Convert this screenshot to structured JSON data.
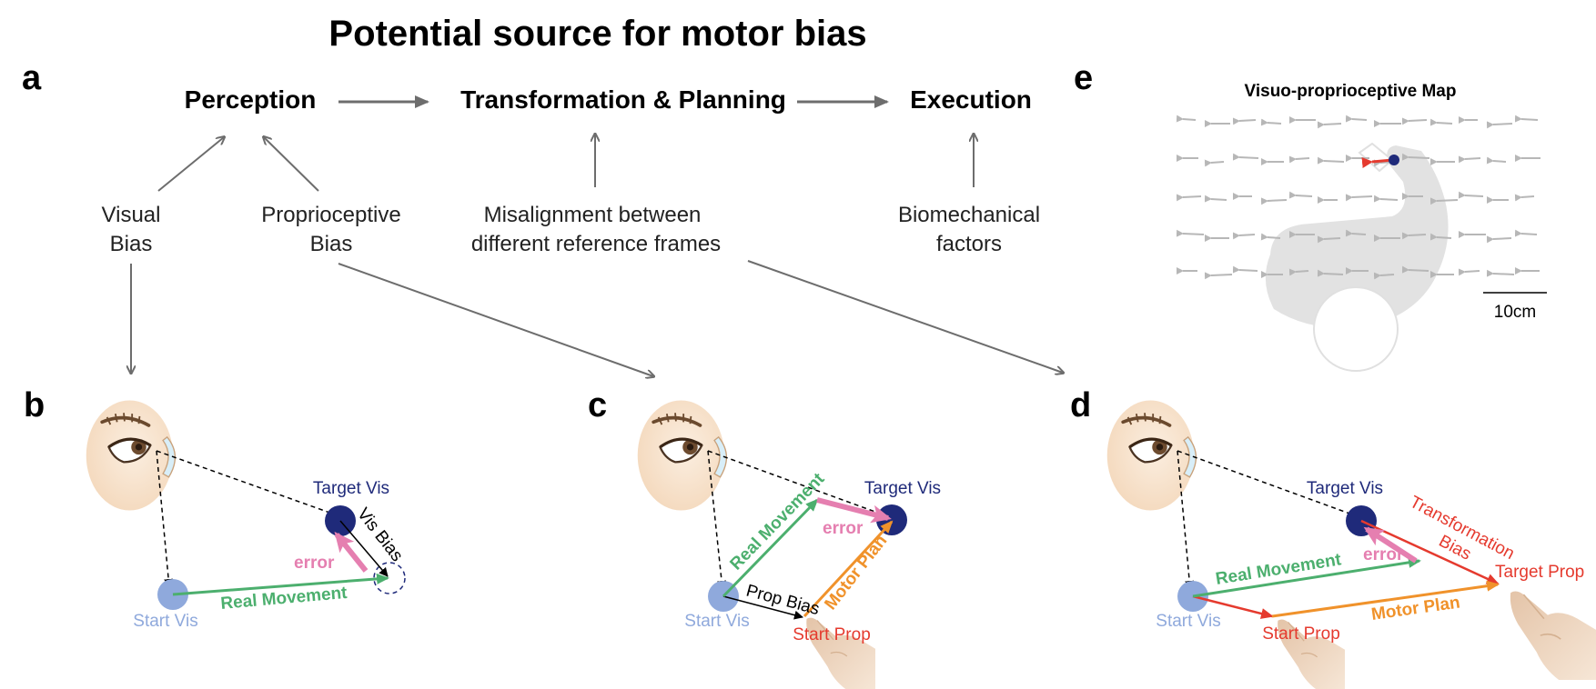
{
  "title": "Potential source for motor bias",
  "panel_letters": {
    "a": "a",
    "b": "b",
    "c": "c",
    "d": "d",
    "e": "e"
  },
  "stages": {
    "perception": "Perception",
    "planning": "Transformation & Planning",
    "execution": "Execution"
  },
  "sources": {
    "visual_line1": "Visual",
    "visual_line2": "Bias",
    "prop_line1": "Proprioceptive",
    "prop_line2": "Bias",
    "misalign_line1": "Misalignment between",
    "misalign_line2": "different reference frames",
    "biomech_line1": "Biomechanical",
    "biomech_line2": "factors"
  },
  "panel_b": {
    "target_vis": "Target Vis",
    "vis_bias": "Vis Bias",
    "error": "error",
    "real_movement": "Real Movement",
    "start_vis": "Start Vis"
  },
  "panel_c": {
    "target_vis": "Target Vis",
    "real_movement": "Real Movement",
    "error": "error",
    "motor_plan": "Motor Plan",
    "prop_bias": "Prop Bias",
    "start_vis": "Start Vis",
    "start_prop": "Start Prop"
  },
  "panel_d": {
    "target_vis": "Target Vis",
    "transformation_line1": "Transformation",
    "transformation_line2": "Bias",
    "error": "error",
    "real_movement": "Real Movement",
    "target_prop": "Target Prop",
    "motor_plan": "Motor Plan",
    "start_vis": "Start Vis",
    "start_prop": "Start Prop"
  },
  "panel_e": {
    "title": "Visuo-proprioceptive Map",
    "scale_label": "10cm"
  },
  "colors": {
    "green": "#4caf6e",
    "pink": "#e57fb0",
    "orange": "#f0922b",
    "red": "#e53a2e",
    "target_blue": "#1f2a7a",
    "start_blue": "#8fa9dc",
    "skin": "#f8e6d2",
    "gray_arrow": "#6d6d6d",
    "map_gray": "#e0e0e0"
  }
}
